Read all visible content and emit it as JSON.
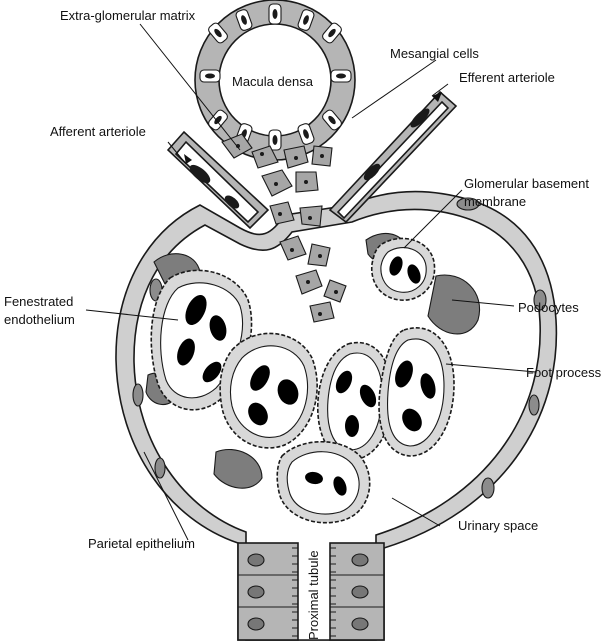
{
  "diagram": {
    "labels": {
      "extra_glomerular_matrix": "Extra-glomerular matrix",
      "macula_densa": "Macula densa",
      "mesangial_cells": "Mesangial cells",
      "efferent_arteriole": "Efferent arteriole",
      "afferent_arteriole": "Afferent arteriole",
      "glomerular_basement_membrane_1": "Glomerular basement",
      "glomerular_basement_membrane_2": "membrane",
      "fenestrated_endothelium_1": "Fenestrated",
      "fenestrated_endothelium_2": "endothelium",
      "podocytes": "Podocytes",
      "foot_process": "Foot process",
      "urinary_space": "Urinary space",
      "parietal_epithelium": "Parietal epithelium",
      "proximal_tubule": "Proximal tubule"
    },
    "colors": {
      "outline": "#1a1a1a",
      "cell_fill": "#a6a6a6",
      "light_fill": "#cfcfcf",
      "dark_fill": "#7d7d7d",
      "nucleus": "#000000",
      "background": "#ffffff"
    }
  }
}
